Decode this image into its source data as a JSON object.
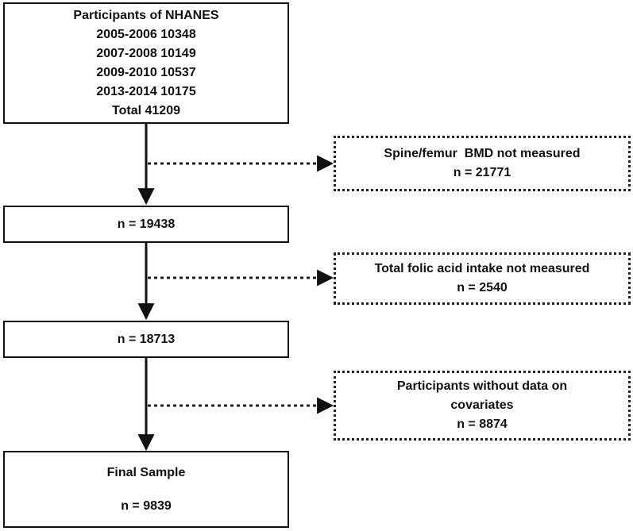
{
  "boxes": {
    "start": [
      "Participants of NHANES",
      "2005-2006 10348",
      "2007-2008 10149",
      "2009-2010 10537",
      "2013-2014 10175",
      "Total 41209"
    ],
    "n1": [
      "n = 19438"
    ],
    "n2": [
      "n = 18713"
    ],
    "final": [
      "Final Sample",
      "",
      "n = 9839"
    ]
  },
  "exclusions": {
    "ex1": [
      "Spine/femur  BMD not measured",
      "n = 21771"
    ],
    "ex2": [
      "Total folic acid intake not measured",
      "n = 2540"
    ],
    "ex3": [
      "Participants without data on",
      "covariates",
      "n = 8874"
    ]
  }
}
